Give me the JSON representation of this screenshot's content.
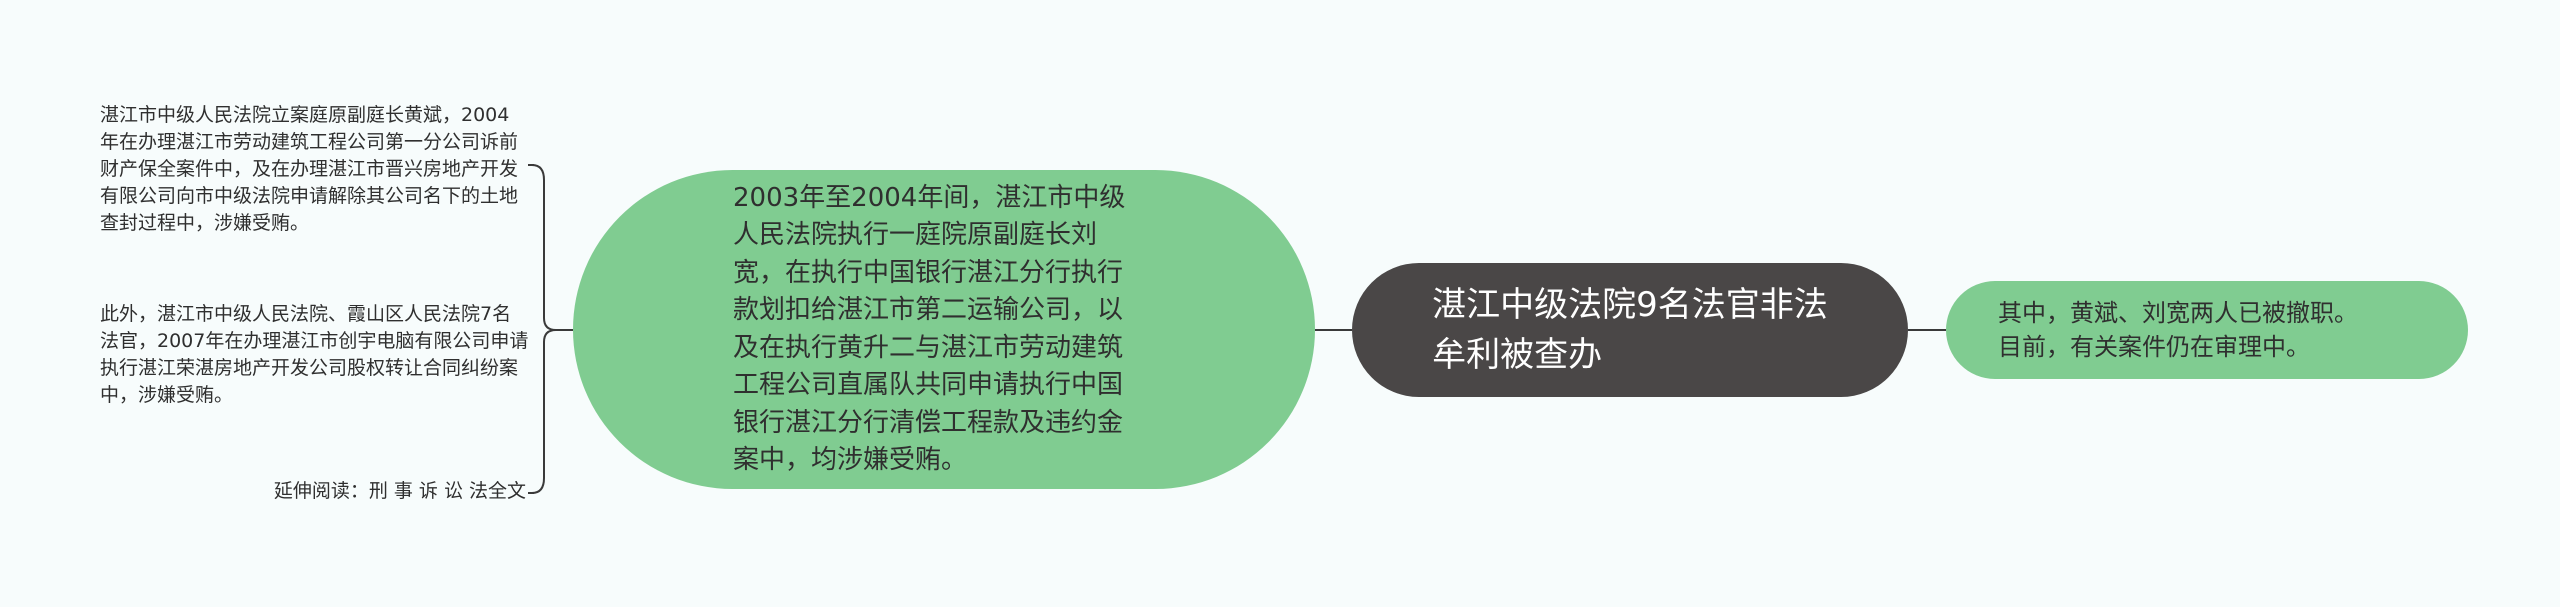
{
  "root": {
    "line1": "湛江中级法院9名法官非法",
    "line2": "牟利被查办"
  },
  "right_node": {
    "line1": "其中，黄斌、刘宽两人已被撤职。",
    "line2": "目前，有关案件仍在审理中。"
  },
  "center_node": {
    "text": "2003年至2004年间，湛江市中级人民法院执行一庭院原副庭长刘宽，在执行中国银行湛江分行执行款划扣给湛江市第二运输公司，以及在执行黄升二与湛江市劳动建筑工程公司直属队共同申请执行中国银行湛江分行清偿工程款及违约金案中，均涉嫌受贿。"
  },
  "leaves": {
    "leaf1": "湛江市中级人民法院立案庭原副庭长黄斌，2004年在办理湛江市劳动建筑工程公司第一分公司诉前财产保全案件中，及在办理湛江市晋兴房地产开发有限公司向市中级法院申请解除其公司名下的土地查封过程中，涉嫌受贿。",
    "leaf2": "此外，湛江市中级人民法院、霞山区人民法院7名法官，2007年在办理湛江市创宇电脑有限公司申请执行湛江荣湛房地产开发公司股权转让合同纠纷案中，涉嫌受贿。",
    "link": "延伸阅读：刑 事 诉 讼 法全文"
  },
  "colors": {
    "background": "#f7fcfc",
    "root_fill": "#4a4747",
    "branch_fill": "#80cc91",
    "connector": "#3a3a3a",
    "text": "#2f2f2f"
  }
}
